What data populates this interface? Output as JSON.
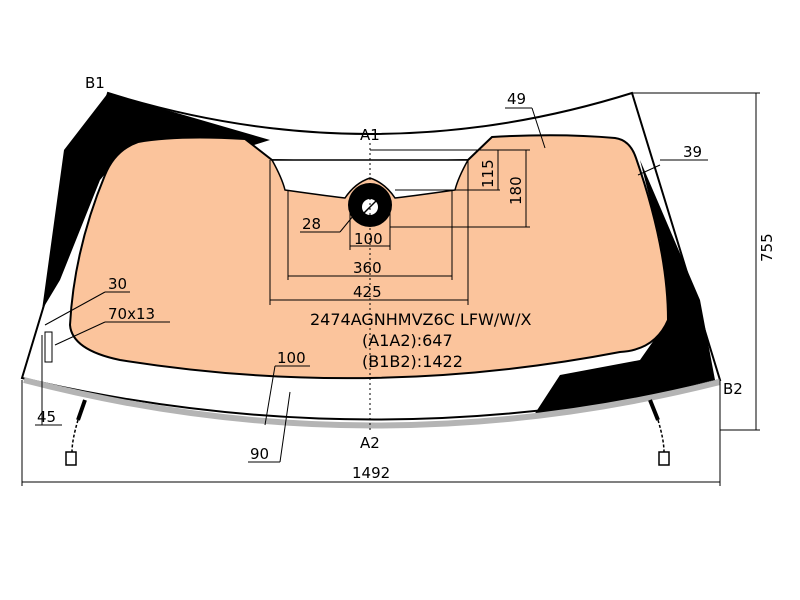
{
  "points": {
    "b1": "B1",
    "b2": "B2",
    "a1": "A1",
    "a2": "A2"
  },
  "dims": {
    "d49": "49",
    "d39": "39",
    "d755": "755",
    "d115": "115",
    "d180": "180",
    "d28": "28",
    "d100_top": "100",
    "d360": "360",
    "d425": "425",
    "d30": "30",
    "d70x13": "70x13",
    "d100_bottom": "100",
    "d45": "45",
    "d90": "90",
    "d1492": "1492"
  },
  "product": {
    "code": "2474AGNHMVZ6C LFW/W/X",
    "a1a2": "(A1A2):647",
    "b1b2": "(B1B2):1422"
  },
  "colors": {
    "tint": "#fbc49c",
    "frit": "#000000",
    "seal": "#b4b4b4",
    "line": "#000000"
  }
}
